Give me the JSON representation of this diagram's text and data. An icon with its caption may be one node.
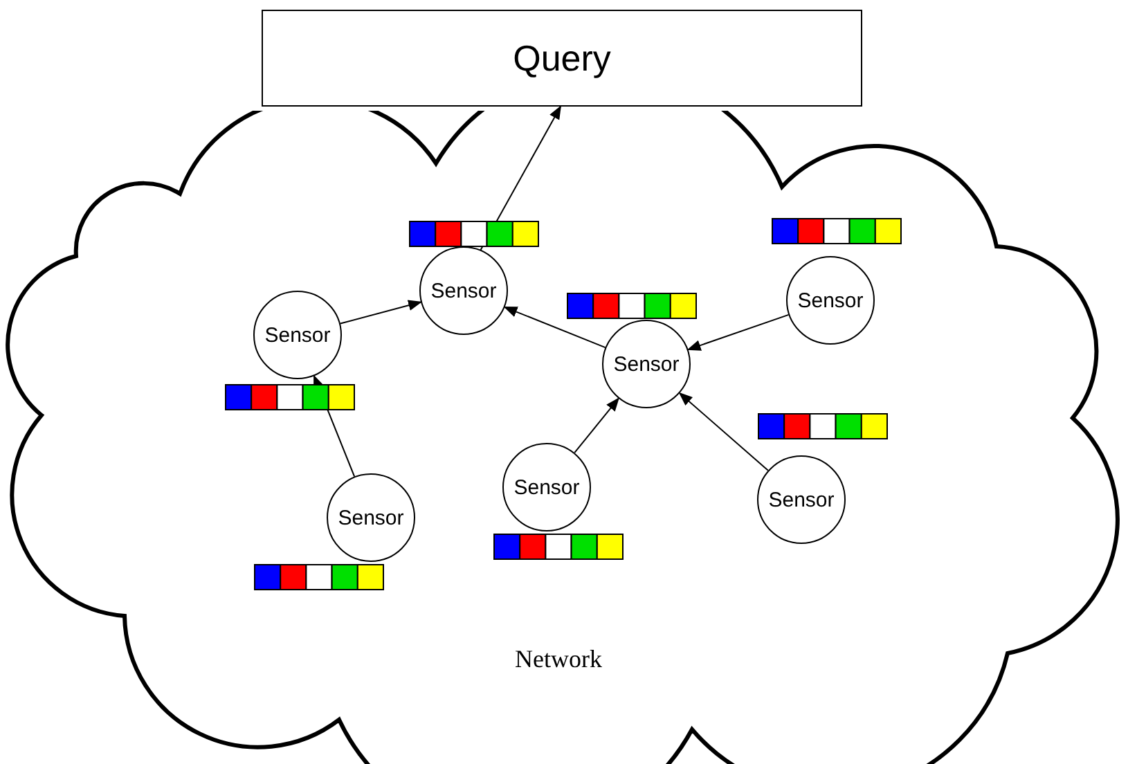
{
  "diagram": {
    "nodes": [
      {
        "text": [
          "Query"
        ]
      },
      {
        "text": [
          "Network"
        ]
      },
      {
        "text": [
          "Sensor"
        ],
        "in": 1
      },
      {
        "text": [
          "Sensor"
        ],
        "in": 1
      },
      {
        "text": [
          "Sensor"
        ],
        "in": 1
      },
      {
        "text": [
          "Sensor"
        ],
        "in": 1
      },
      {
        "text": [
          "Sensor"
        ],
        "in": 1
      },
      {
        "text": [
          "Sensor"
        ],
        "in": 1
      },
      {
        "text": [
          "Sensor"
        ],
        "in": 1
      }
    ],
    "edges": [
      {
        "from": 8,
        "to": 4,
        "arrow": "to"
      },
      {
        "from": 4,
        "to": 2,
        "arrow": "to"
      },
      {
        "from": 2,
        "to": 0,
        "arrow": "to"
      },
      {
        "from": 5,
        "to": 2,
        "arrow": "to"
      },
      {
        "from": 3,
        "to": 5,
        "arrow": "to"
      },
      {
        "from": 6,
        "to": 5,
        "arrow": "to"
      },
      {
        "from": 7,
        "to": 5,
        "arrow": "to"
      }
    ]
  }
}
